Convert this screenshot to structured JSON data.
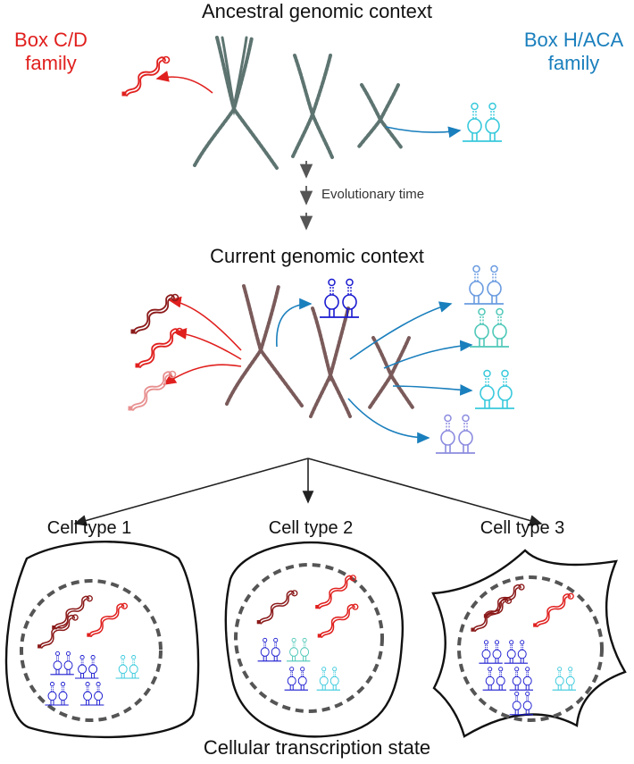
{
  "title_top": "Ancestral genomic context",
  "box_cd": {
    "line1": "Box C/D",
    "line2": "family",
    "color": "#e0201e"
  },
  "box_haca": {
    "line1": "Box H/ACA",
    "line2": "family",
    "color": "#1a7fbd"
  },
  "evolution_label": "Evolutionary time",
  "title_middle": "Current genomic context",
  "cells": [
    {
      "label": "Cell type 1"
    },
    {
      "label": "Cell type 2"
    },
    {
      "label": "Cell type 3"
    }
  ],
  "title_bottom": "Cellular transcription state",
  "colors": {
    "ancestral_chromosome": "#5d7470",
    "current_chromosome": "#7a5a5a",
    "cd_red": "#e0201e",
    "cd_dark": "#8b1a1a",
    "cd_pink": "#e89090",
    "haca_blue": "#1a7fbd",
    "snorna_cyan": "#38c9dc",
    "snorna_navy": "#1a1ad0",
    "snorna_light_blue": "#6a9be0",
    "snorna_teal": "#4ec8b8",
    "snorna_lavender": "#8c8ce0",
    "cell_outline": "#111111",
    "nucleus_dash": "#555555"
  }
}
